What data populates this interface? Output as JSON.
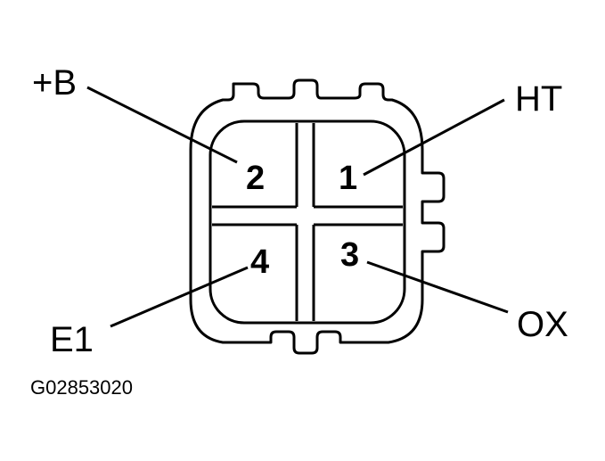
{
  "connector": {
    "pins": [
      {
        "number": "2",
        "signal": "+B"
      },
      {
        "number": "1",
        "signal": "HT"
      },
      {
        "number": "4",
        "signal": "E1"
      },
      {
        "number": "3",
        "signal": "OX"
      }
    ]
  },
  "figure_code": "G02853020"
}
